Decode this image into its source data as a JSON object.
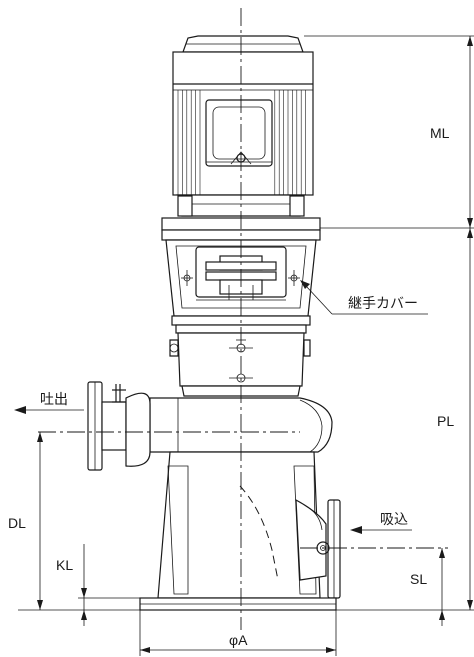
{
  "labels": {
    "ml": "ML",
    "pl": "PL",
    "dl": "DL",
    "kl": "KL",
    "sl": "SL",
    "phi_a": "φA",
    "discharge": "吐出",
    "suction": "吸込",
    "coupling_cover": "継手カバー"
  }
}
